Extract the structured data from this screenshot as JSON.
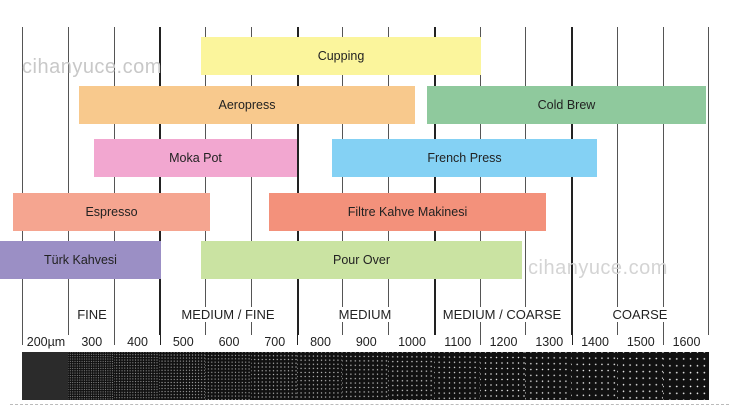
{
  "watermarks": [
    "cihanyuce.com",
    "cihanyuce.com"
  ],
  "methods": [
    {
      "label": "Cupping",
      "color": "#fbf59c"
    },
    {
      "label": "Aeropress",
      "color": "#f8c98d"
    },
    {
      "label": "Cold Brew",
      "color": "#8fc99d"
    },
    {
      "label": "Moka Pot",
      "color": "#f2a7d0"
    },
    {
      "label": "French Press",
      "color": "#84d1f4"
    },
    {
      "label": "Espresso",
      "color": "#f5a590"
    },
    {
      "label": "Filtre Kahve Makinesi",
      "color": "#f3917b"
    },
    {
      "label": "Türk Kahvesi",
      "color": "#9b8fc5"
    },
    {
      "label": "Pour Over",
      "color": "#cae3a2"
    }
  ],
  "categories": [
    "FINE",
    "MEDIUM / FINE",
    "MEDIUM",
    "MEDIUM / COARSE",
    "COARSE"
  ],
  "sizes": [
    "200µm",
    "300",
    "400",
    "500",
    "600",
    "700",
    "800",
    "900",
    "1000",
    "1100",
    "1200",
    "1300",
    "1400",
    "1500",
    "1600"
  ]
}
